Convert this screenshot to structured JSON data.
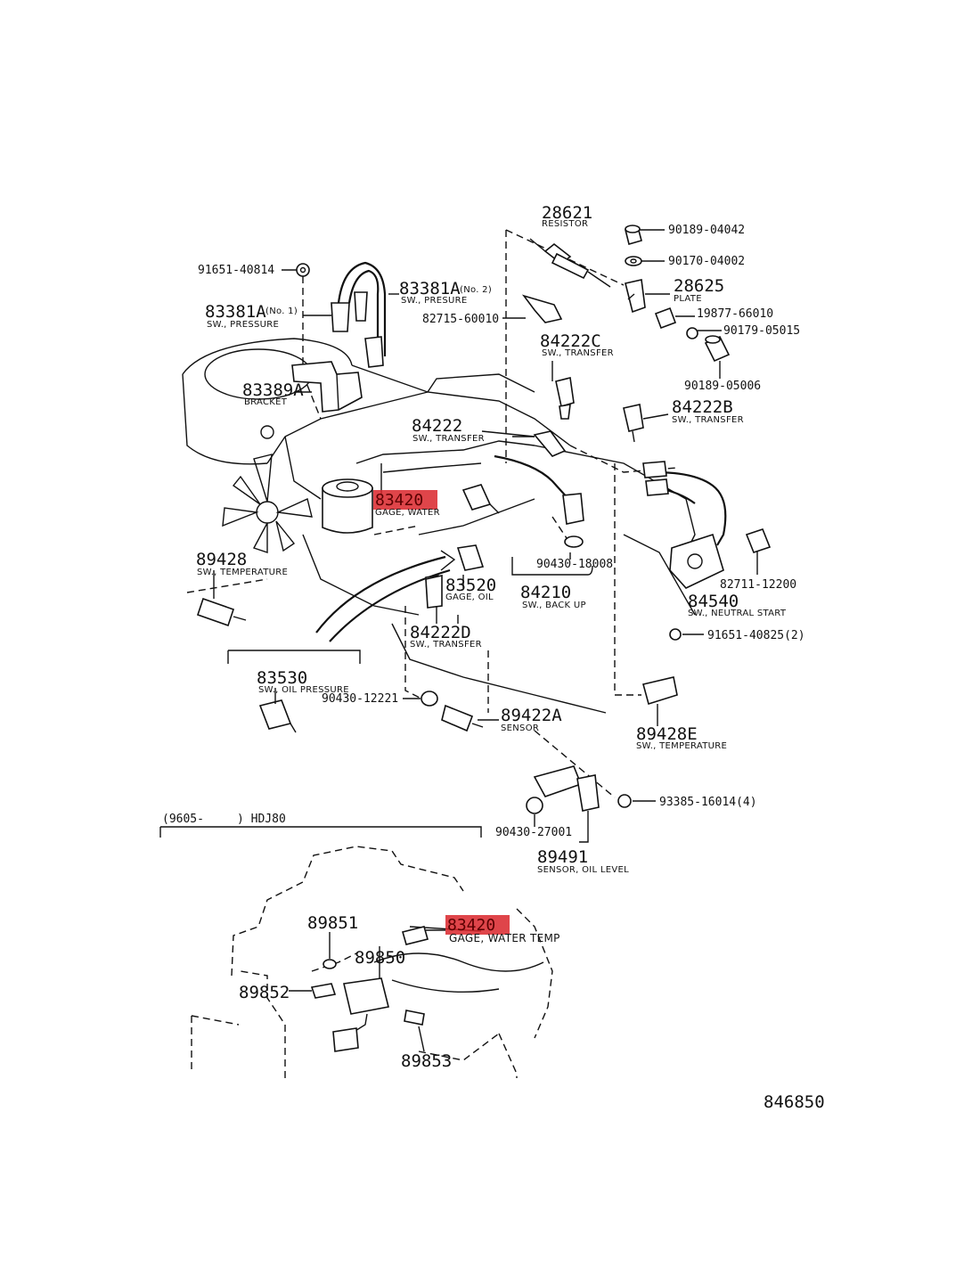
{
  "diagram_id": "846850",
  "highlight_color": "#d9252a",
  "parts": [
    {
      "id": "p28621",
      "number": "28621",
      "label": "RESISTOR"
    },
    {
      "id": "p90189a",
      "number": "90189-04042",
      "label": ""
    },
    {
      "id": "p90170",
      "number": "90170-04002",
      "label": ""
    },
    {
      "id": "p28625",
      "number": "28625",
      "label": "PLATE"
    },
    {
      "id": "p19877",
      "number": "19877-66010",
      "label": ""
    },
    {
      "id": "p90179",
      "number": "90179-05015",
      "label": ""
    },
    {
      "id": "p90189b",
      "number": "90189-05006",
      "label": ""
    },
    {
      "id": "p91651a",
      "number": "91651-40814",
      "label": ""
    },
    {
      "id": "p83381a2",
      "number": "83381A",
      "suffix": "(No. 2)",
      "label": "SW., PRESURE"
    },
    {
      "id": "p83381a1",
      "number": "83381A",
      "suffix": "(No. 1)",
      "label": "SW., PRESSURE"
    },
    {
      "id": "p82715",
      "number": "82715-60010",
      "label": ""
    },
    {
      "id": "p84222c",
      "number": "84222C",
      "label": "SW., TRANSFER"
    },
    {
      "id": "p83389a",
      "number": "83389A",
      "label": "BRACKET"
    },
    {
      "id": "p84222",
      "number": "84222",
      "label": "SW., TRANSFER"
    },
    {
      "id": "p84222b",
      "number": "84222B",
      "label": "SW., TRANSFER"
    },
    {
      "id": "p83420a",
      "number": "83420",
      "label": "GAGE, WATER",
      "highlighted": true
    },
    {
      "id": "p90430a",
      "number": "90430-18008",
      "label": ""
    },
    {
      "id": "p89428",
      "number": "89428",
      "label": "SW., TEMPERATURE"
    },
    {
      "id": "p83520",
      "number": "83520",
      "label": "GAGE, OIL"
    },
    {
      "id": "p84210",
      "number": "84210",
      "label": "SW., BACK UP"
    },
    {
      "id": "p82711",
      "number": "82711-12200",
      "label": ""
    },
    {
      "id": "p84540",
      "number": "84540",
      "label": "SW., NEUTRAL START"
    },
    {
      "id": "p91651b",
      "number": "91651-40825(2)",
      "label": ""
    },
    {
      "id": "p84222d",
      "number": "84222D",
      "label": "SW., TRANSFER"
    },
    {
      "id": "p83530",
      "number": "83530",
      "label": "SW., OIL PRESSURE"
    },
    {
      "id": "p90430b",
      "number": "90430-12221",
      "label": ""
    },
    {
      "id": "p89422a",
      "number": "89422A",
      "label": "SENSOR"
    },
    {
      "id": "p89428e",
      "number": "89428E",
      "label": "SW., TEMPERATURE"
    },
    {
      "id": "p93385",
      "number": "93385-16014(4)",
      "label": ""
    },
    {
      "id": "p90430c",
      "number": "90430-27001",
      "label": ""
    },
    {
      "id": "p89491",
      "number": "89491",
      "label": "SENSOR, OIL LEVEL"
    },
    {
      "id": "p89851",
      "number": "89851",
      "label": ""
    },
    {
      "id": "p89850",
      "number": "89850",
      "label": ""
    },
    {
      "id": "p89852",
      "number": "89852",
      "label": ""
    },
    {
      "id": "p89853",
      "number": "89853",
      "label": ""
    },
    {
      "id": "p83420b",
      "number": "83420",
      "label": "GAGE, WATER TEMP",
      "highlighted": true
    }
  ],
  "applicability": {
    "date": "(9605-",
    "model": ") HDJ80"
  }
}
